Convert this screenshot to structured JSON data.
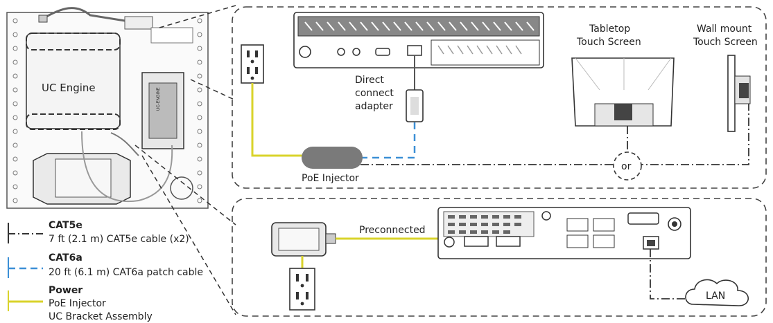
{
  "labels": {
    "uc_engine": "UC Engine",
    "tabletop_line1": "Tabletop",
    "tabletop_line2": "Touch Screen",
    "wallmount_line1": "Wall mount",
    "wallmount_line2": "Touch Screen",
    "direct_line1": "Direct",
    "direct_line2": "connect",
    "direct_line3": "adapter",
    "poe_injector": "PoE Injector",
    "or": "or",
    "preconnected": "Preconnected",
    "lan": "LAN"
  },
  "legend": {
    "cat5e_title": "CAT5e",
    "cat5e_desc": "7 ft (2.1 m) CAT5e cable (x2)",
    "cat6a_title": "CAT6a",
    "cat6a_desc": "20 ft (6.1 m) CAT6a patch cable",
    "power_title": "Power",
    "power_desc1": "PoE Injector",
    "power_desc2": "UC Bracket Assembly"
  },
  "colors": {
    "power": "#d9d32b",
    "cat6a": "#3b8fd6",
    "cat5e": "#333333",
    "poe_fill": "#7a7a7a",
    "outline": "#444444"
  }
}
